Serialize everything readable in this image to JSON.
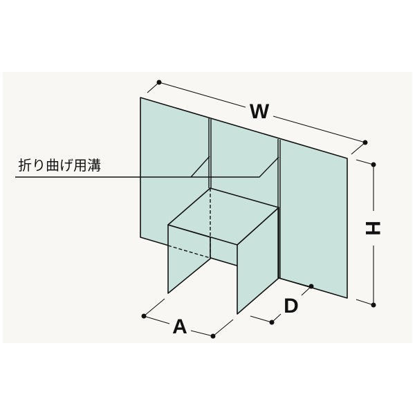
{
  "diagram": {
    "callout_label": "折り曲げ用溝",
    "dimensions": {
      "width": "W",
      "height": "H",
      "depth": "D",
      "opening": "A"
    },
    "colors": {
      "panel_fill": "#c9e3dc",
      "background": "#f8f7f3",
      "line": "#111111"
    }
  }
}
